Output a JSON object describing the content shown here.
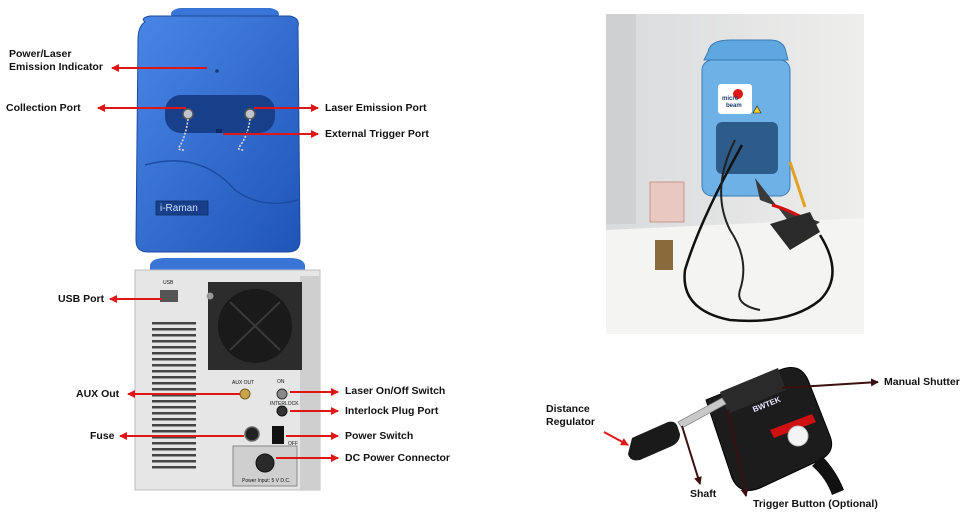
{
  "device": {
    "front_brand": "i-Raman",
    "rear_usb": "USB",
    "rear_aux": "AUX OUT",
    "rear_interlock": "INTERLOCK",
    "rear_on": "ON",
    "rear_off": "OFF",
    "rear_power_input": "Power Input: 5 V D.C.",
    "photo_logo_line1": "micro",
    "photo_logo_line2": "beam",
    "probe_brand": "BWTEK"
  },
  "labels": {
    "power_laser_indicator": "Power/Laser\nEmission Indicator",
    "collection_port": "Collection Port",
    "laser_emission_port": "Laser Emission Port",
    "external_trigger_port": "External Trigger Port",
    "usb_port": "USB Port",
    "aux_out": "AUX Out",
    "laser_switch": "Laser On/Off Switch",
    "interlock_port": "Interlock Plug Port",
    "fuse": "Fuse",
    "power_switch": "Power Switch",
    "dc_power_connector": "DC Power Connector",
    "manual_shutter": "Manual Shutter",
    "distance_regulator": "Distance\nRegulator",
    "shaft": "Shaft",
    "trigger_button": "Trigger Button (Optional)"
  },
  "colors": {
    "device_blue": "#2f6fd1",
    "arrow_red": "#e01515",
    "arrow_dark": "#3a1010"
  }
}
